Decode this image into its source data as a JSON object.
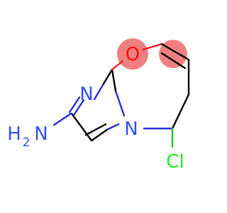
{
  "molecule": {
    "atoms": [
      {
        "id": "O1",
        "symbol": "O",
        "color": "#ff0d0d",
        "highlight": "#f08080"
      },
      {
        "id": "N1",
        "symbol": "N",
        "color": "#3050f8"
      },
      {
        "id": "N2",
        "symbol": "N",
        "color": "#3050f8"
      },
      {
        "id": "NH2",
        "symbol": "H",
        "subscript": "2",
        "suffix": "N",
        "color": "#3050f8"
      },
      {
        "id": "Cl",
        "symbol": "Cl",
        "color": "#1ff01f"
      }
    ],
    "bond_colors": {
      "default": "#000000",
      "nitrogen": "#2b2bd6",
      "oxygen": "#ff1a1a",
      "chlorine": "#1fc41f"
    }
  }
}
